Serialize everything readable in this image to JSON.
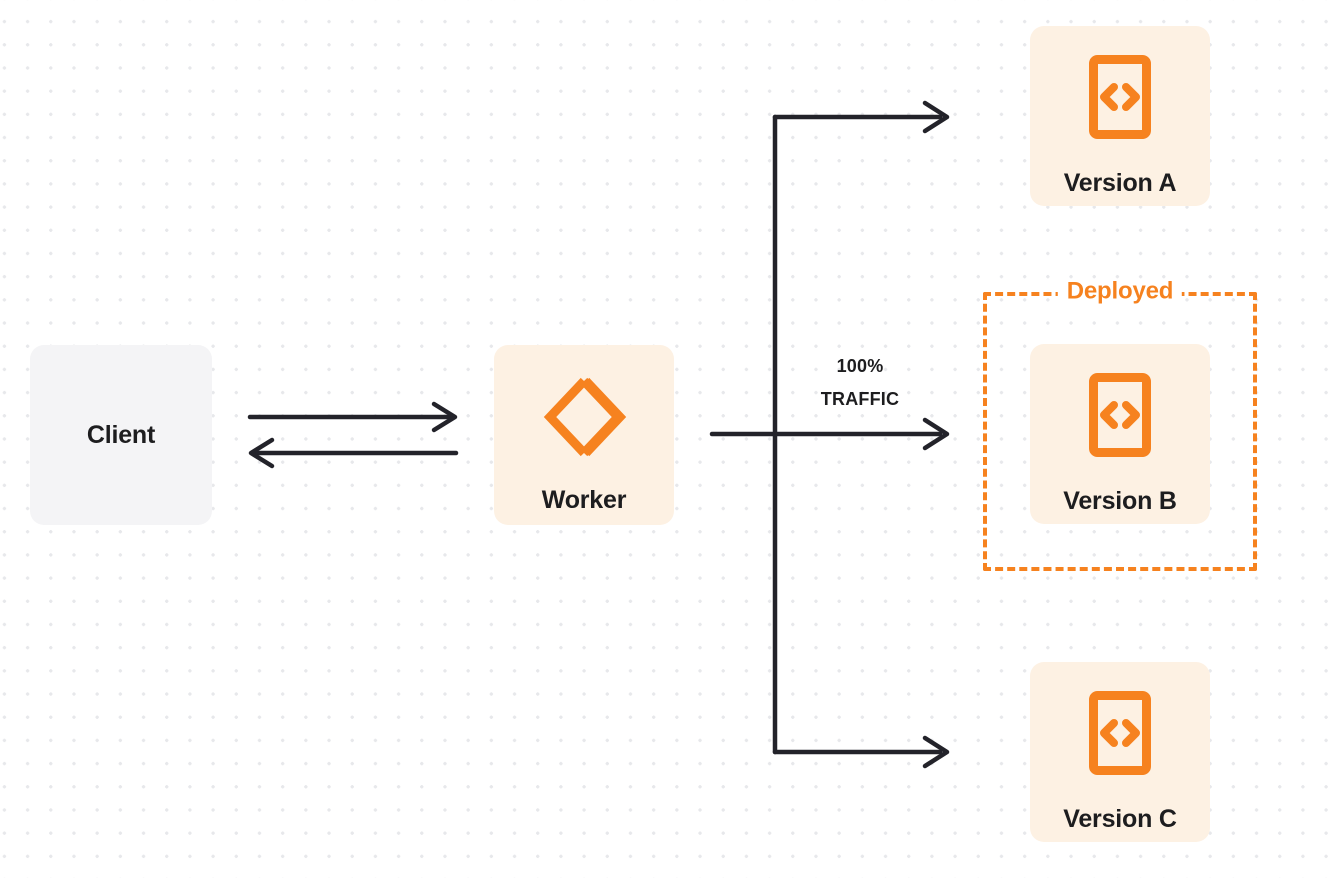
{
  "diagram": {
    "title": "Worker version routing diagram",
    "accent_color": "#f6821f",
    "line_color": "#23232a",
    "node_fill_orange": "#fdf1e3",
    "node_fill_gray": "#f4f4f6",
    "background": "#ffffff dotted grid"
  },
  "nodes": {
    "client": {
      "label": "Client",
      "icon": "none"
    },
    "worker": {
      "label": "Worker",
      "icon": "workers-logo-icon"
    },
    "version_a": {
      "label": "Version A",
      "icon": "code-document-icon"
    },
    "version_b": {
      "label": "Version B",
      "icon": "code-document-icon"
    },
    "version_c": {
      "label": "Version C",
      "icon": "code-document-icon"
    }
  },
  "group": {
    "deployed_label": "Deployed",
    "border_style": "dashed",
    "border_color": "#f6821f",
    "contains": "Version B"
  },
  "edges": {
    "traffic_percent": "100%",
    "traffic_word": "TRAFFIC",
    "client_to_worker": "request arrow (right)",
    "worker_to_client": "response arrow (left)",
    "worker_to_version_a": "branch arrow (no traffic)",
    "worker_to_version_b": "branch arrow (100% traffic)",
    "worker_to_version_c": "branch arrow (no traffic)"
  }
}
